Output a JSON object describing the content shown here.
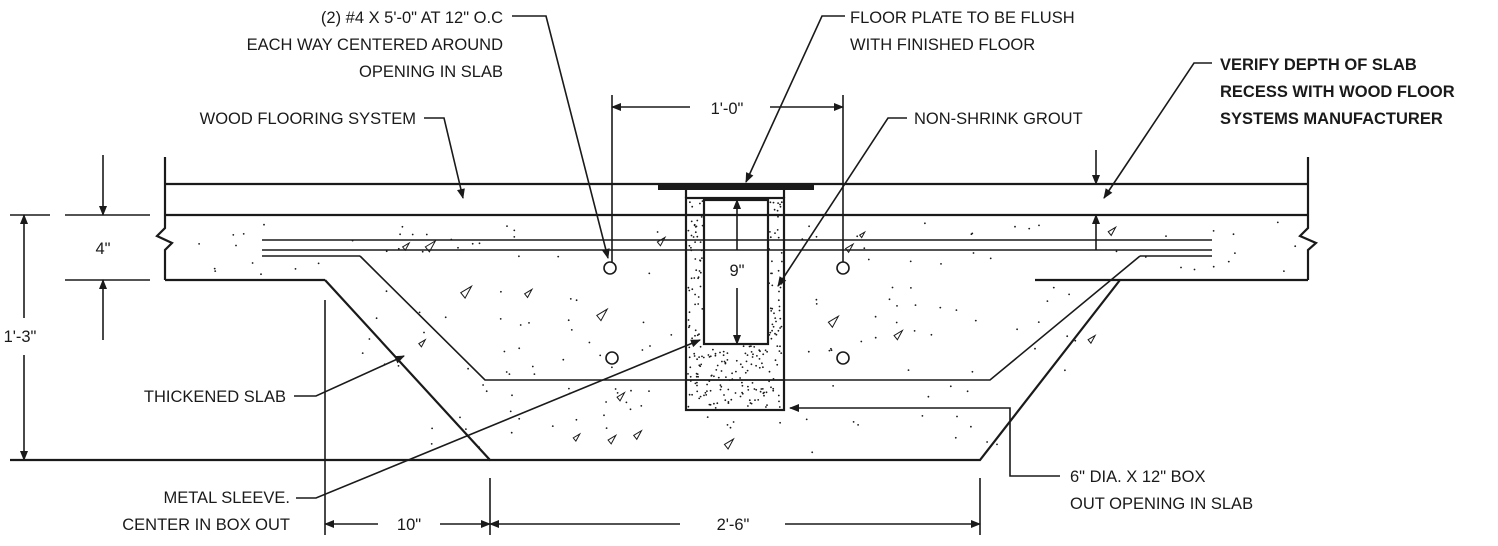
{
  "labels": {
    "rebar": [
      "(2) #4 X 5'-0\" AT 12\" O.C",
      "EACH WAY CENTERED AROUND",
      "OPENING IN SLAB"
    ],
    "floor_plate": [
      "FLOOR PLATE TO BE FLUSH",
      "WITH FINISHED FLOOR"
    ],
    "verify": [
      "VERIFY DEPTH OF SLAB",
      "RECESS WITH WOOD FLOOR",
      "SYSTEMS MANUFACTURER"
    ],
    "wood_flooring": "WOOD FLOORING SYSTEM",
    "grout": "NON-SHRINK GROUT",
    "thickened_slab": "THICKENED SLAB",
    "metal_sleeve": [
      "METAL SLEEVE.",
      "CENTER IN BOX OUT"
    ],
    "box_out": [
      "6\" DIA. X 12\" BOX",
      "OUT OPENING IN SLAB"
    ]
  },
  "dimensions": {
    "top_width": "1'-0\"",
    "slab_depth": "4\"",
    "total_depth": "1'-3\"",
    "grout_depth": "9\"",
    "taper_width": "10\"",
    "bottom_width": "2'-6\""
  }
}
